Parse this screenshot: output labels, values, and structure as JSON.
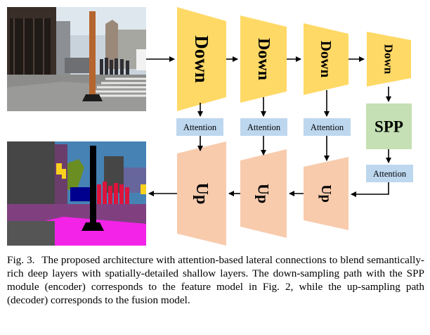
{
  "blocks": {
    "down": "Down",
    "up": "Up",
    "spp": "SPP",
    "attention": "Attention"
  },
  "colors": {
    "down": "#ffd966",
    "up": "#f8cbad",
    "spp": "#c5e0b4",
    "attention": "#bdd7ee"
  },
  "images": {
    "input_photo": "street-scene-photo",
    "output_segmentation": "semantic-segmentation-map"
  },
  "caption": {
    "label": "Fig. 3.",
    "text": "The proposed architecture with attention-based lateral connections to blend semantically-rich deep layers with spatially-detailed shallow layers. The down-sampling path with the SPP module (encoder) corresponds to the feature model in Fig. 2, while the up-sampling path (decoder) corresponds to the fusion model."
  }
}
